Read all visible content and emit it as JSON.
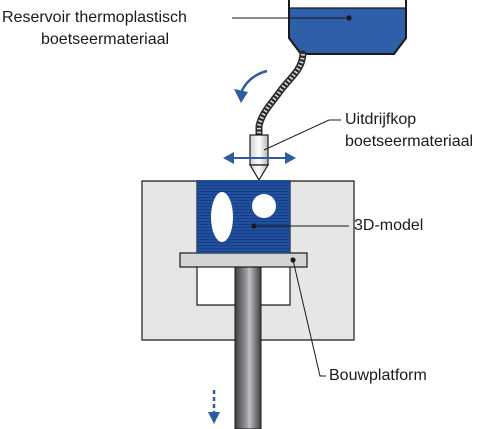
{
  "labels": {
    "reservoir": [
      "Reservoir thermoplastisch",
      "boetseermateriaal"
    ],
    "nozzle": [
      "Uitdrijfkop",
      "boetseermateriaal"
    ],
    "model": "3D-model",
    "platform": "Bouwplatform"
  },
  "colors": {
    "material_blue": "#2f5fa8",
    "model_blue": "#1f4f9e",
    "arrow_blue": "#2e5c9e",
    "frame_gray": "#e6e6e7",
    "platform_gray": "#d3d4d6",
    "outline": "#1a1a1a",
    "shaft_dark": "#4d4e52",
    "shaft_light": "#bfc0c2"
  },
  "icons": {
    "rotation_arrow": "curved-arrow-icon",
    "move_left_right": "double-arrow-icon",
    "move_down": "dashed-down-arrow-icon"
  }
}
